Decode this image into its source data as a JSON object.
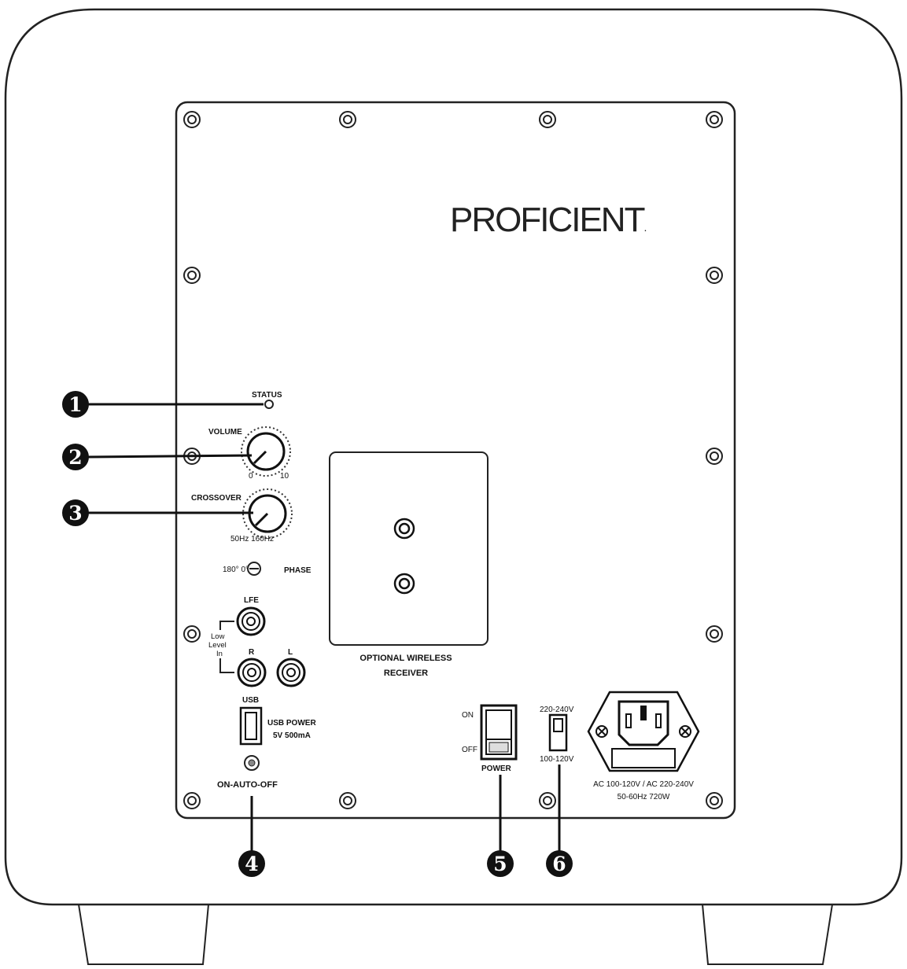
{
  "brand": "PROFICIENT",
  "brand_mark": ".",
  "labels": {
    "status": "STATUS",
    "volume": "VOLUME",
    "volume_min": "0",
    "volume_max": "10",
    "crossover": "CROSSOVER",
    "crossover_range": "50Hz 160Hz",
    "phase": "PHASE",
    "phase_value": "180° 0°",
    "lfe": "LFE",
    "low_level_in_1": "Low",
    "low_level_in_2": "Level",
    "low_level_in_3": "In",
    "right": "R",
    "left": "L",
    "wireless_1": "OPTIONAL WIRELESS",
    "wireless_2": "RECEIVER",
    "usb": "USB",
    "usb_power_1": "USB POWER",
    "usb_power_2": "5V 500mA",
    "auto": "ON-AUTO-OFF",
    "on": "ON",
    "off": "OFF",
    "power": "POWER",
    "v_high": "220-240V",
    "v_low": "100-120V",
    "ac_1": "AC 100-120V / AC 220-240V",
    "ac_2": "50-60Hz 720W"
  },
  "callouts": [
    "1",
    "2",
    "3",
    "4",
    "5",
    "6"
  ]
}
